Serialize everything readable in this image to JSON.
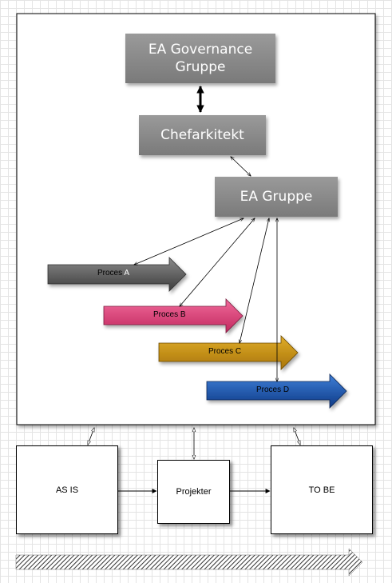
{
  "diagram": {
    "governance": "EA Governance Gruppe",
    "chief_architect": "Chefarkitekt",
    "ea_group": "EA Gruppe",
    "processes": [
      {
        "label_prefix": "Proces ",
        "label_suffix": "A",
        "color": "#5a5a5a"
      },
      {
        "label_prefix": "Proces ",
        "label_suffix": "B",
        "color": "#d93d78"
      },
      {
        "label_prefix": "Proces ",
        "label_suffix": "C",
        "color": "#c7920e"
      },
      {
        "label_prefix": "Proces ",
        "label_suffix": "D",
        "color": "#1b4fa6"
      }
    ],
    "as_is": "AS IS",
    "projects": "Projekter",
    "to_be": "TO BE"
  }
}
